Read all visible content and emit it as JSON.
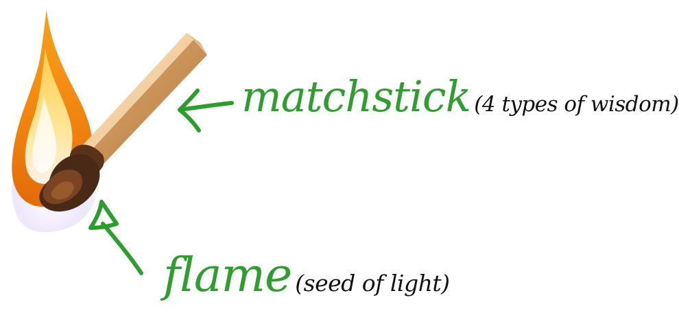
{
  "labels": {
    "matchstick": {
      "term": "matchstick",
      "note": "(4 types of wisdom)"
    },
    "flame": {
      "term": "flame",
      "note": "(seed of light)"
    }
  },
  "icons": {
    "flame": "flame-icon",
    "matchstick": "matchstick-icon",
    "arrow_to_matchstick": "arrow-left-icon",
    "arrow_to_flame": "arrow-up-left-icon"
  },
  "colors": {
    "label_green": "#2e9e2e",
    "arrow_green": "#2aa02a",
    "note_text": "#111111",
    "stick_light": "#f3d3a6",
    "stick_dark": "#c99358",
    "flame_orange": "#f08a12",
    "flame_yellow": "#ffe27a",
    "match_head": "#4a2a16"
  }
}
